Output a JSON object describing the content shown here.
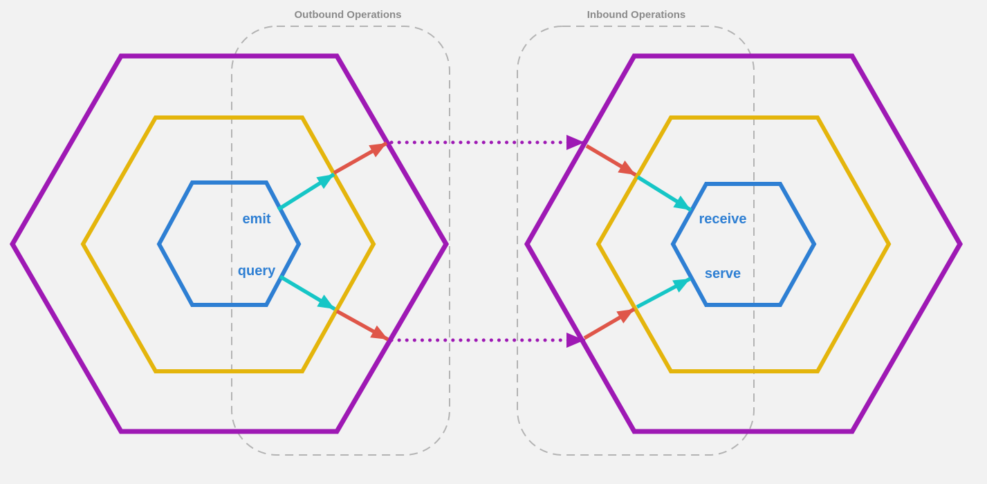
{
  "groups": {
    "outbound": {
      "label": "Outbound Operations"
    },
    "inbound": {
      "label": "Inbound Operations"
    }
  },
  "left_component": {
    "ports": {
      "emit": "emit",
      "query": "query"
    }
  },
  "right_component": {
    "ports": {
      "receive": "receive",
      "serve": "serve"
    }
  },
  "colors": {
    "background": "#f2f2f2",
    "outer_hexagon": "#9e19b4",
    "middle_hexagon": "#e4b50c",
    "inner_hexagon": "#2e7fd3",
    "port_label": "#2e7fd3",
    "arrow_teal": "#16c6c6",
    "arrow_red": "#df5649",
    "dotted_arrow": "#9e19b4",
    "group_border": "#b3b3b3",
    "group_label": "#8a8a8a"
  }
}
